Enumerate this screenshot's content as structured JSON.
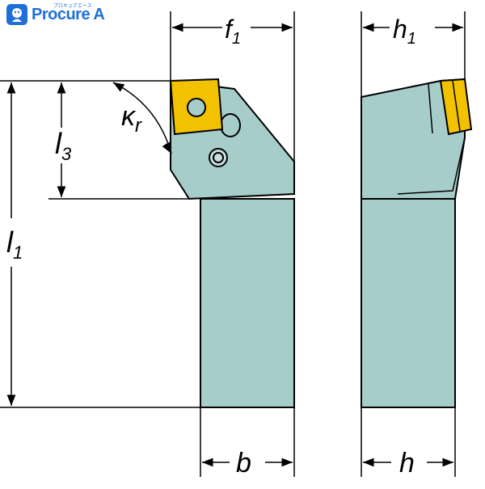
{
  "logo": {
    "text": "Procure A",
    "subtext": "プロキュアエース",
    "brand_color": "#1e6fd9"
  },
  "colors": {
    "holder": "#a7cdcb",
    "insert": "#f2c200",
    "line": "#000000"
  },
  "labels": {
    "f1": {
      "main": "f",
      "sub": "1"
    },
    "h1": {
      "main": "h",
      "sub": "1"
    },
    "l1": {
      "main": "l",
      "sub": "1"
    },
    "l3": {
      "main": "l",
      "sub": "3"
    },
    "kr": {
      "main": "κ",
      "sub": "r"
    },
    "b": {
      "main": "b"
    },
    "h": {
      "main": "h"
    }
  }
}
